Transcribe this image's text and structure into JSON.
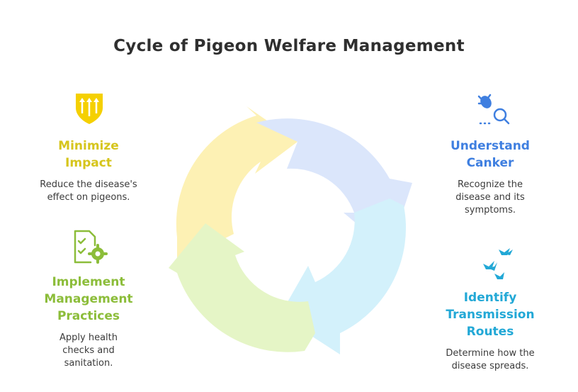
{
  "title": "Cycle of Pigeon Welfare Management",
  "colors": {
    "yellow": "#d6c51c",
    "blue": "#3f7fe0",
    "cyan": "#22a8d6",
    "green": "#8cbd3a",
    "arrow_yellow": "#fdf1b4",
    "arrow_blue": "#dbe6fb",
    "arrow_cyan": "#d3f1fb",
    "arrow_green": "#e5f5c6"
  },
  "steps": {
    "minimize": {
      "title_l1": "Minimize",
      "title_l2": "Impact",
      "desc_l1": "Reduce the disease's",
      "desc_l2": "effect on pigeons.",
      "icon": "shield-arrows-icon"
    },
    "understand": {
      "title_l1": "Understand",
      "title_l2": "Canker",
      "desc_l1": "Recognize the",
      "desc_l2": "disease and its",
      "desc_l3": "symptoms.",
      "icon": "bug-search-icon"
    },
    "identify": {
      "title_l1": "Identify",
      "title_l2": "Transmission",
      "title_l3": "Routes",
      "desc_l1": "Determine how the",
      "desc_l2": "disease spreads.",
      "icon": "birds-icon"
    },
    "implement": {
      "title_l1": "Implement",
      "title_l2": "Management",
      "title_l3": "Practices",
      "desc_l1": "Apply health",
      "desc_l2": "checks and",
      "desc_l3": "sanitation.",
      "icon": "checklist-gear-icon"
    }
  }
}
